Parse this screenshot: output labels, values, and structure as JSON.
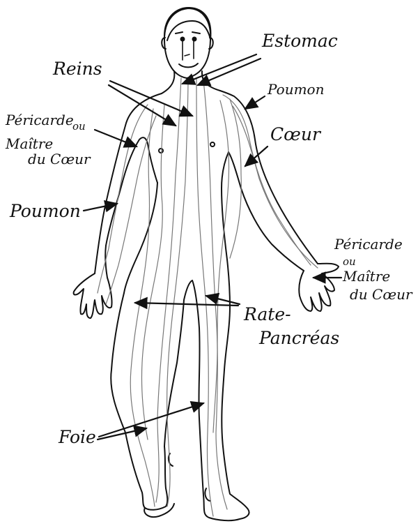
{
  "labels": {
    "estomac": "Estomac",
    "reins": "Reins",
    "poumon_right": "Poumon",
    "coeur": "Cœur",
    "pericarde_left": "Péricarde",
    "ou_left": "ou",
    "maitre_left": "Maître",
    "du_coeur_left": "du Cœur",
    "poumon_left": "Poumon",
    "pericarde_right": "Péricarde",
    "ou_right": "ou",
    "maitre_right": "Maître",
    "du_coeur_right": "du Cœur",
    "rate": "Rate-",
    "pancreas": "Pancréas",
    "foie": "Foie"
  },
  "colors": {
    "outline": "#111111",
    "meridian": "#7a7a7a",
    "background": "#ffffff"
  }
}
